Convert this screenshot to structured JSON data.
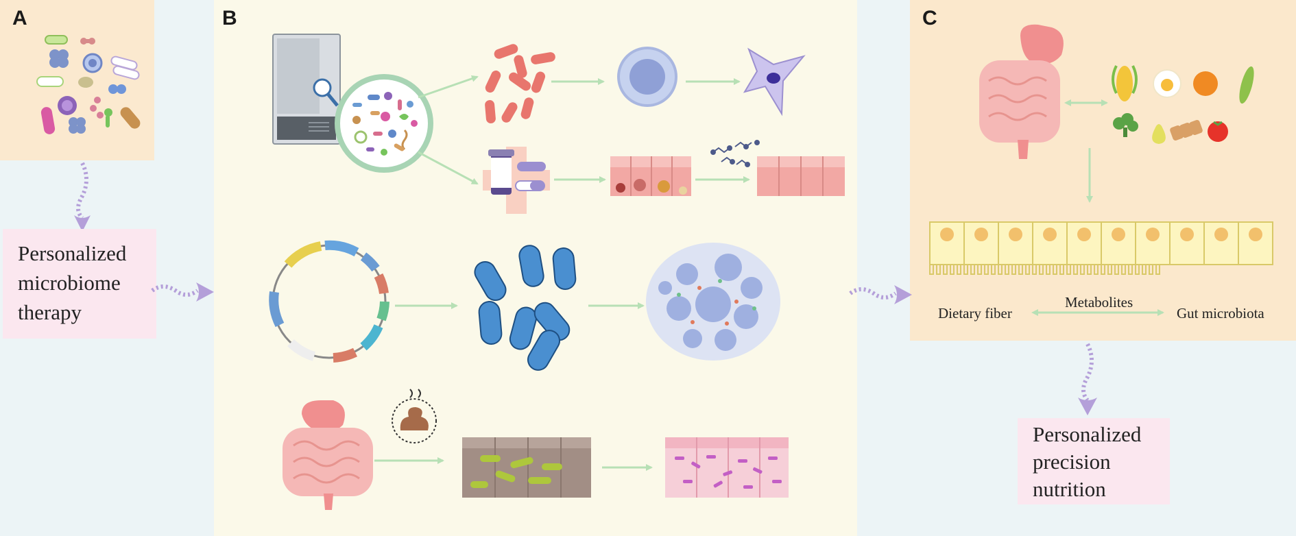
{
  "panels": {
    "a": {
      "letter": "A"
    },
    "b": {
      "letter": "B"
    },
    "c": {
      "letter": "C"
    }
  },
  "boxes": {
    "therapy": [
      "Personalized",
      "microbiome",
      "therapy"
    ],
    "nutrition": [
      "Personalized",
      "precision",
      "nutrition"
    ]
  },
  "labels": {
    "dietary_fiber": "Dietary fiber",
    "metabolites": "Metabolites",
    "gut_microbiota": "Gut microbiota"
  },
  "colors": {
    "panel_a_bg": "#fbe9cf",
    "panel_b_bg": "#fbf9e9",
    "panel_c_bg": "#fbe8cc",
    "side_bg": "#ecf4f6",
    "pink_box": "#fbe7ef",
    "arrow_green": "#b7e0b5",
    "arrow_purple": "#b49fd9"
  }
}
